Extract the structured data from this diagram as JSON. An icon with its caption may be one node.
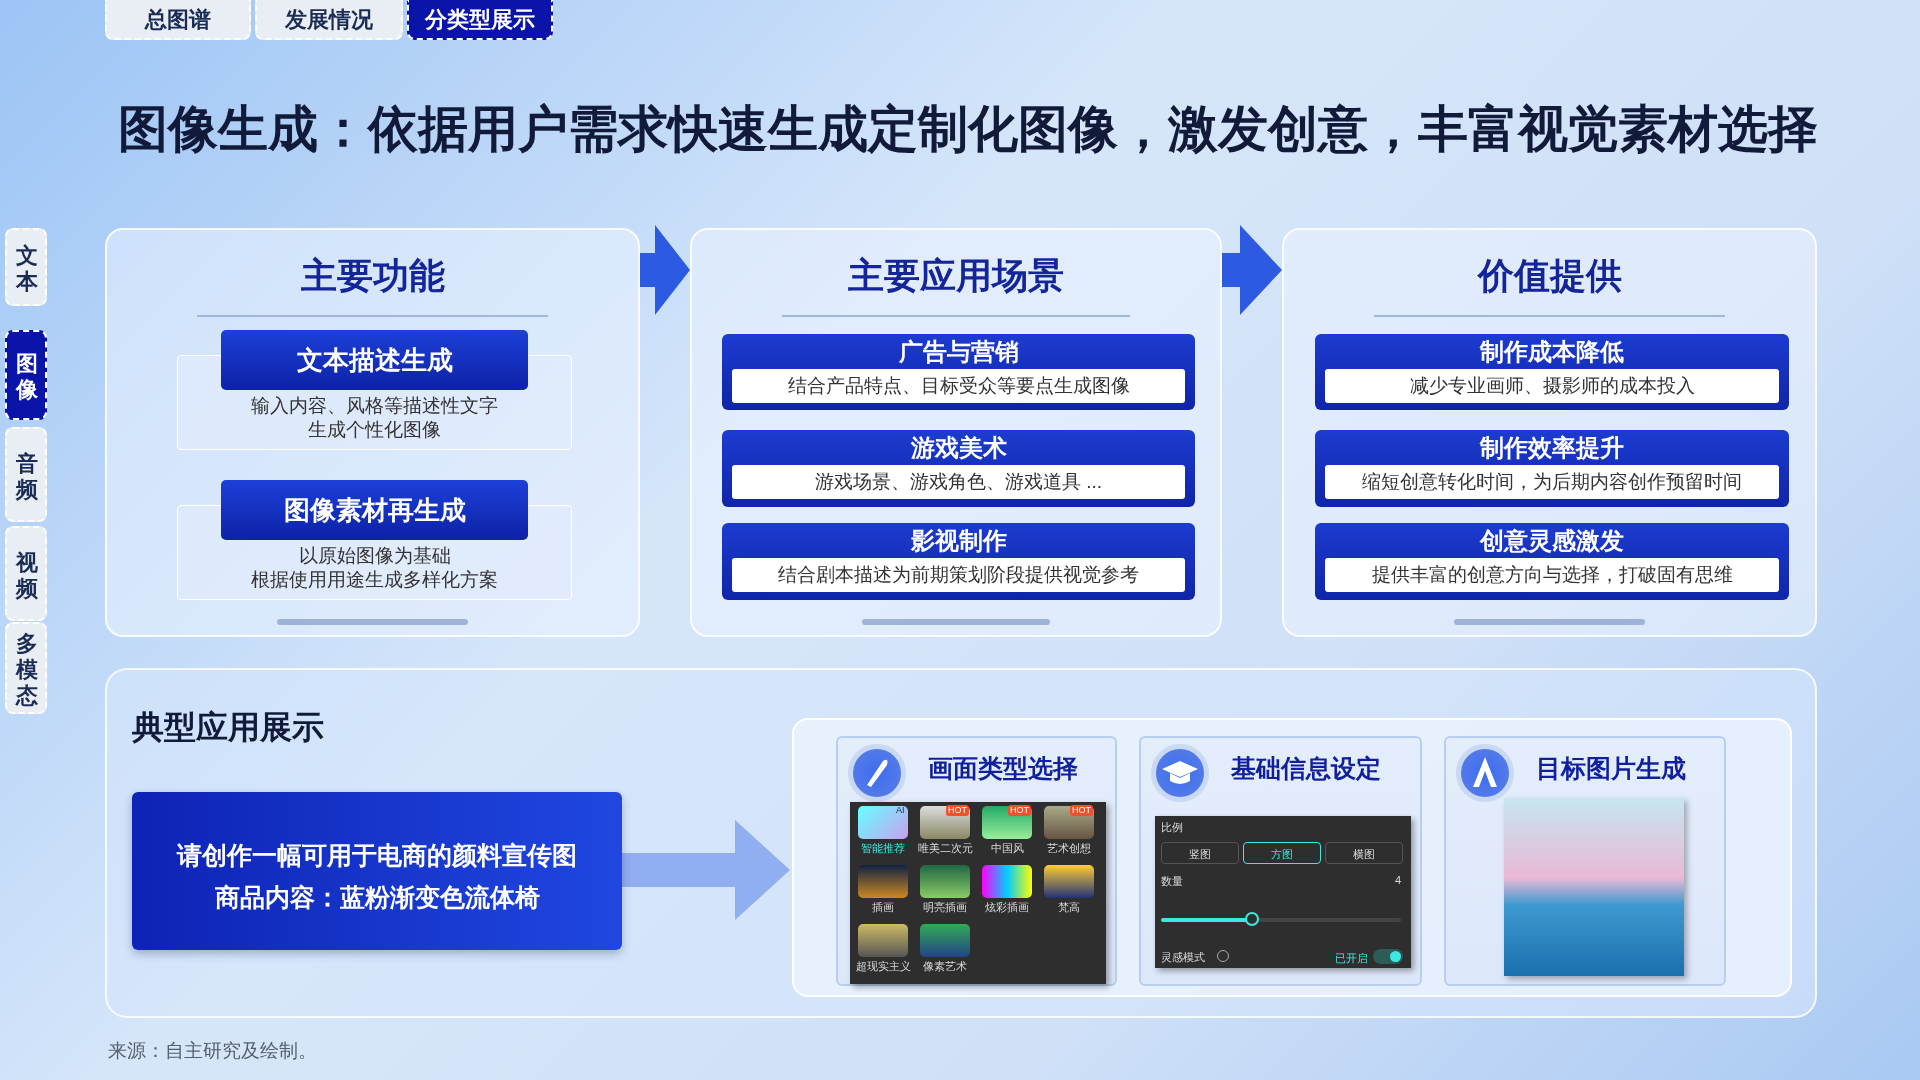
{
  "diagram": {
    "title": "图像生成：依据用户需求快速生成定制化图像，激发创意，丰富视觉素材选择",
    "caption": "来源：自主研究及绘制。",
    "nodes": [
      {
        "text": [
          "主要功能"
        ]
      },
      {
        "text": [
          "文本描述生成",
          "输入内容、风格等描述性文字",
          "生成个性化图像"
        ],
        "in": 0
      },
      {
        "text": [
          "图像素材再生成",
          "以原始图像为基础",
          "根据使用用途生成多样化方案"
        ],
        "in": 0
      },
      {
        "text": [
          "主要应用场景"
        ]
      },
      {
        "text": [
          "广告与营销",
          "结合产品特点、目标受众等要点生成图像"
        ],
        "in": 3
      },
      {
        "text": [
          "游戏美术",
          "游戏场景、游戏角色、游戏道具 ..."
        ],
        "in": 3
      },
      {
        "text": [
          "影视制作",
          "结合剧本描述为前期策划阶段提供视觉参考"
        ],
        "in": 3
      },
      {
        "text": [
          "价值提供"
        ]
      },
      {
        "text": [
          "制作成本降低",
          "减少专业画师、摄影师的成本投入"
        ],
        "in": 7
      },
      {
        "text": [
          "制作效率提升",
          "缩短创意转化时间，为后期内容创作预留时间"
        ],
        "in": 7
      },
      {
        "text": [
          "创意灵感激发",
          "提供丰富的创意方向与选择，打破固有思维"
        ],
        "in": 7
      },
      {
        "text": [
          "典型应用展示"
        ]
      },
      {
        "text": [
          "请创作一幅可用于电商的颜料宣传图",
          "商品内容：蓝粉渐变色流体椅"
        ],
        "in": 11
      },
      {
        "text": [],
        "shape": "box",
        "in": 11
      },
      {
        "text": [
          "画面类型选择"
        ],
        "in": 13
      },
      {
        "text": [
          "基础信息设定"
        ],
        "in": 13
      },
      {
        "text": [
          "目标图片生成"
        ],
        "in": 13
      }
    ],
    "edges": [
      {
        "from": 0,
        "to": 3,
        "arrow": "to"
      },
      {
        "from": 3,
        "to": 7,
        "arrow": "to"
      },
      {
        "from": 12,
        "to": 13,
        "arrow": "to"
      }
    ],
    "labels": [
      "总图谱",
      "发展情况",
      "分类型展示",
      "文本",
      "图像",
      "音频",
      "视频",
      "多模态",
      "AI",
      "HOT",
      "HOT",
      "HOT",
      "智能推荐",
      "唯美二次元",
      "中国风",
      "艺术创想",
      "插画",
      "明亮插画",
      "炫彩插画",
      "梵高",
      "超现实主义",
      "像素艺术",
      "比例",
      "竖图",
      "方图",
      "横图",
      "数量",
      "4",
      "灵感模式",
      "已开启"
    ]
  }
}
